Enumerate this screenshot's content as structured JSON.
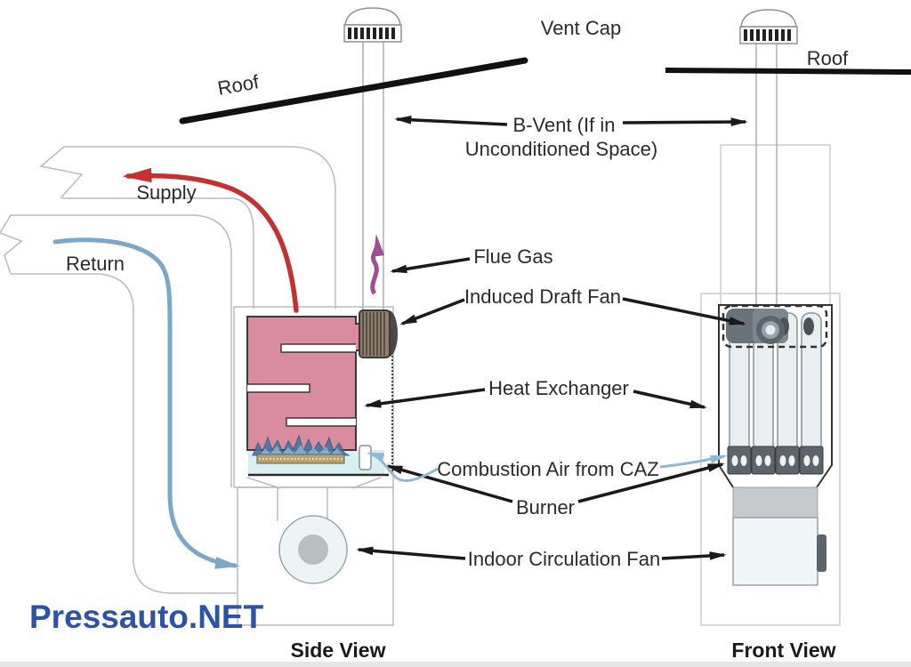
{
  "diagram": {
    "callouts": {
      "vent_cap": "Vent Cap",
      "roof_left": "Roof",
      "roof_right": "Roof",
      "b_vent_line1": "B-Vent (If in",
      "b_vent_line2": "Unconditioned Space)",
      "flue_gas": "Flue Gas",
      "induced_draft_fan": "Induced Draft Fan",
      "heat_exchanger": "Heat Exchanger",
      "combustion_air": "Combustion Air from CAZ",
      "burner": "Burner",
      "indoor_circulation_fan": "Indoor Circulation Fan",
      "supply": "Supply",
      "return": "Return"
    },
    "captions": {
      "side_view": "Side View",
      "front_view": "Front View"
    },
    "watermark": "Pressauto.NET",
    "colors": {
      "supply_arrow": "#c53030",
      "return_arrow": "#7ba7c9",
      "flue_gas_arrow": "#9c4f93",
      "combustion_air_line": "#8fb8d4",
      "heat_exchanger_fill": "#d98c9d",
      "flame": "#4677a8",
      "burner_bar": "#b5a476",
      "combustion_base": "#d9eef1",
      "watermark_blue": "#2d52a8",
      "line_black": "#1a1a1a",
      "duct_gray": "#b8bcbe",
      "metal_dark": "#5d656c",
      "metal_light": "#e9eff1",
      "fan_corrugated": "#8d7d6d"
    }
  }
}
